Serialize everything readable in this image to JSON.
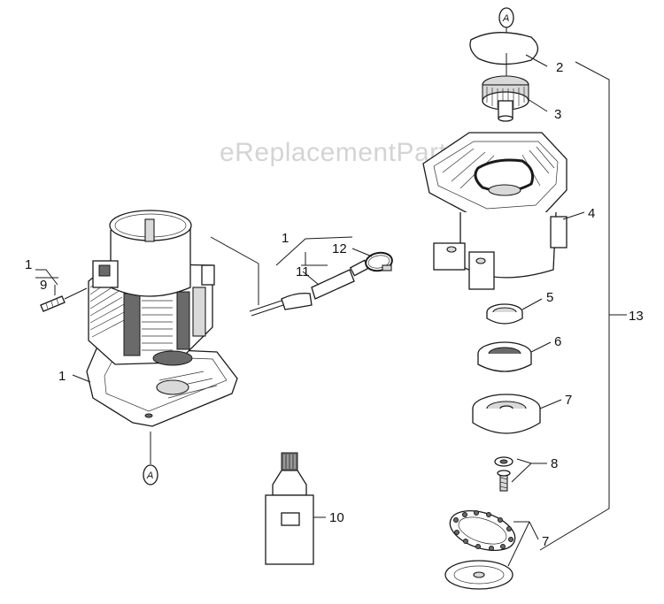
{
  "watermark": "eReplacementParts.com",
  "callouts": [
    {
      "id": "c-2",
      "text": "2"
    },
    {
      "id": "c-3",
      "text": "3"
    },
    {
      "id": "c-4",
      "text": "4"
    },
    {
      "id": "c-5",
      "text": "5"
    },
    {
      "id": "c-6",
      "text": "6"
    },
    {
      "id": "c-7a",
      "text": "7"
    },
    {
      "id": "c-8",
      "text": "8"
    },
    {
      "id": "c-7b",
      "text": "7"
    },
    {
      "id": "c-13",
      "text": "13"
    },
    {
      "id": "c-10",
      "text": "10"
    },
    {
      "id": "c-11",
      "text": "11"
    },
    {
      "id": "c-12",
      "text": "12"
    },
    {
      "id": "c-1-top",
      "text": "1"
    },
    {
      "id": "c-1-left",
      "text": "1"
    },
    {
      "id": "c-9",
      "text": "9"
    },
    {
      "id": "c-1-motor",
      "text": "1"
    }
  ],
  "reference_markers": [
    {
      "id": "ref-top",
      "text": "A"
    },
    {
      "id": "ref-bottom",
      "text": "A"
    }
  ]
}
